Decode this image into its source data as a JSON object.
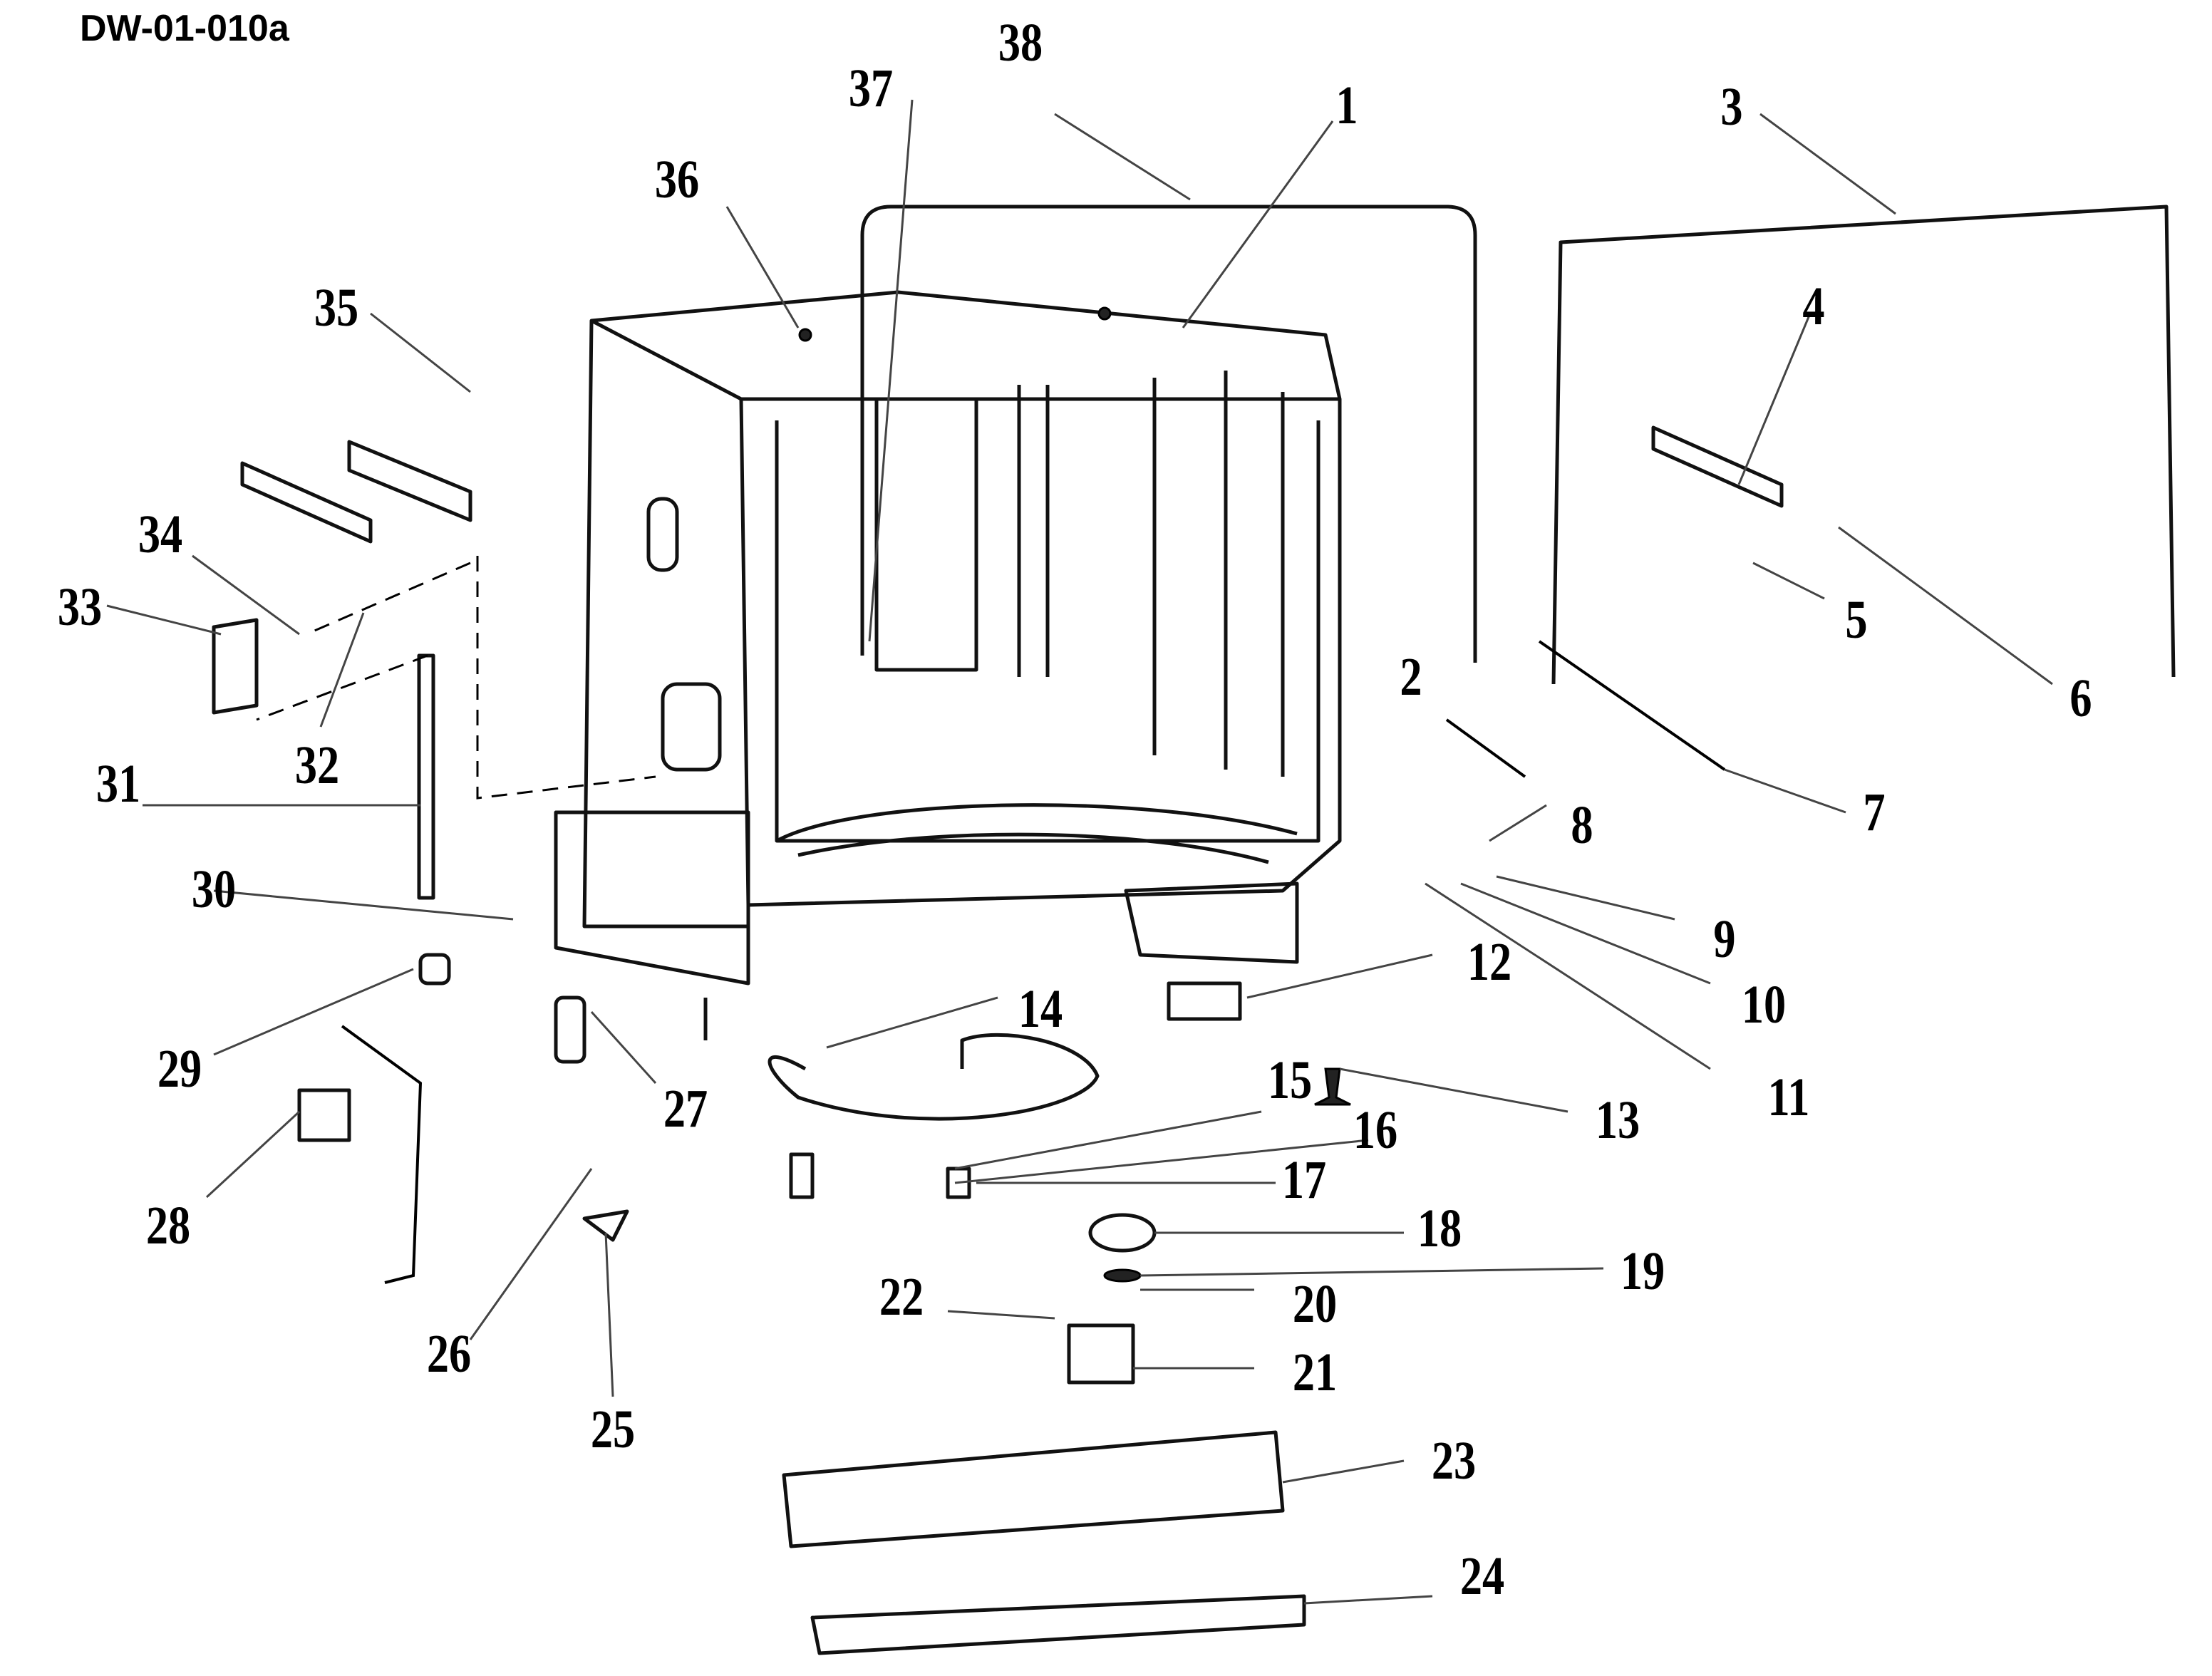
{
  "diagram": {
    "title": "DW-01-010a",
    "type": "exploded-parts-diagram",
    "subject": "dishwasher tub assembly",
    "callouts": [
      {
        "id": "1",
        "label": "1"
      },
      {
        "id": "2",
        "label": "2"
      },
      {
        "id": "3",
        "label": "3"
      },
      {
        "id": "4",
        "label": "4"
      },
      {
        "id": "5",
        "label": "5"
      },
      {
        "id": "6",
        "label": "6"
      },
      {
        "id": "7",
        "label": "7"
      },
      {
        "id": "8",
        "label": "8"
      },
      {
        "id": "9",
        "label": "9"
      },
      {
        "id": "10",
        "label": "10"
      },
      {
        "id": "11",
        "label": "11"
      },
      {
        "id": "12",
        "label": "12"
      },
      {
        "id": "13",
        "label": "13"
      },
      {
        "id": "14",
        "label": "14"
      },
      {
        "id": "15",
        "label": "15"
      },
      {
        "id": "16",
        "label": "16"
      },
      {
        "id": "17",
        "label": "17"
      },
      {
        "id": "18",
        "label": "18"
      },
      {
        "id": "19",
        "label": "19"
      },
      {
        "id": "20",
        "label": "20"
      },
      {
        "id": "21",
        "label": "21"
      },
      {
        "id": "22",
        "label": "22"
      },
      {
        "id": "23",
        "label": "23"
      },
      {
        "id": "24",
        "label": "24"
      },
      {
        "id": "25",
        "label": "25"
      },
      {
        "id": "26",
        "label": "26"
      },
      {
        "id": "27",
        "label": "27"
      },
      {
        "id": "28",
        "label": "28"
      },
      {
        "id": "29",
        "label": "29"
      },
      {
        "id": "30",
        "label": "30"
      },
      {
        "id": "31",
        "label": "31"
      },
      {
        "id": "32",
        "label": "32"
      },
      {
        "id": "33",
        "label": "33"
      },
      {
        "id": "34",
        "label": "34"
      },
      {
        "id": "35",
        "label": "35"
      },
      {
        "id": "36",
        "label": "36"
      },
      {
        "id": "37",
        "label": "37"
      },
      {
        "id": "38",
        "label": "38"
      }
    ]
  }
}
